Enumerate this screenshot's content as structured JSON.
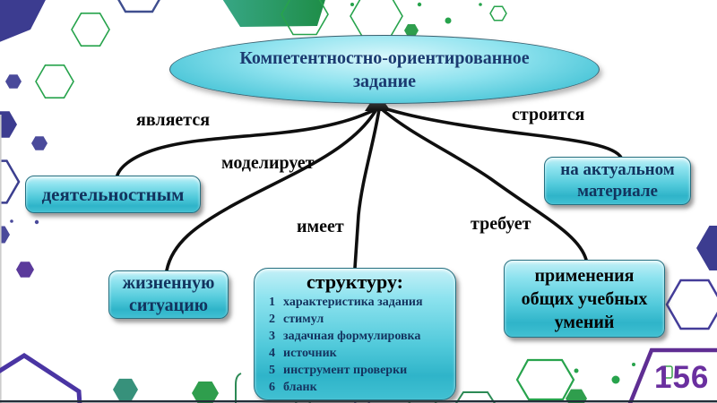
{
  "slide": {
    "page_number": "156",
    "center": {
      "line1": "Компетентностно-ориентированное",
      "line2": "задание"
    },
    "connector_labels": {
      "is": "является",
      "models": "моделирует",
      "built": "строится",
      "has": "имеет",
      "requires": "требует"
    },
    "nodes": {
      "activity": "деятельностным",
      "actual_material": [
        "на актуальном",
        "материале"
      ],
      "life_situation": [
        "жизненную",
        "ситуацию"
      ],
      "general_skills": [
        "применения",
        "общих учебных",
        "умений"
      ]
    },
    "structure": {
      "title": "структуру:",
      "items": [
        {
          "num": "1",
          "text": "характеристика задания"
        },
        {
          "num": "2",
          "text": "стимул"
        },
        {
          "num": "3",
          "text": "задачная формулировка"
        },
        {
          "num": "4",
          "text": "источник"
        },
        {
          "num": "5",
          "text": "инструмент проверки"
        },
        {
          "num": "6",
          "text": "бланк"
        }
      ]
    },
    "colors": {
      "node_fill_top": "#c4f0f7",
      "node_fill_bottom": "#2fb4c9",
      "node_text_navy": "#12335e",
      "label_text": "#060606",
      "page_number_purple": "#6a2f9f",
      "hex_green": "#27a34c",
      "hex_indigo_fill": "#3c3c90",
      "hex_indigo_outline": "#443d99",
      "corner_purple": "#5f2e93",
      "connector_black": "#0f0f0f"
    }
  }
}
